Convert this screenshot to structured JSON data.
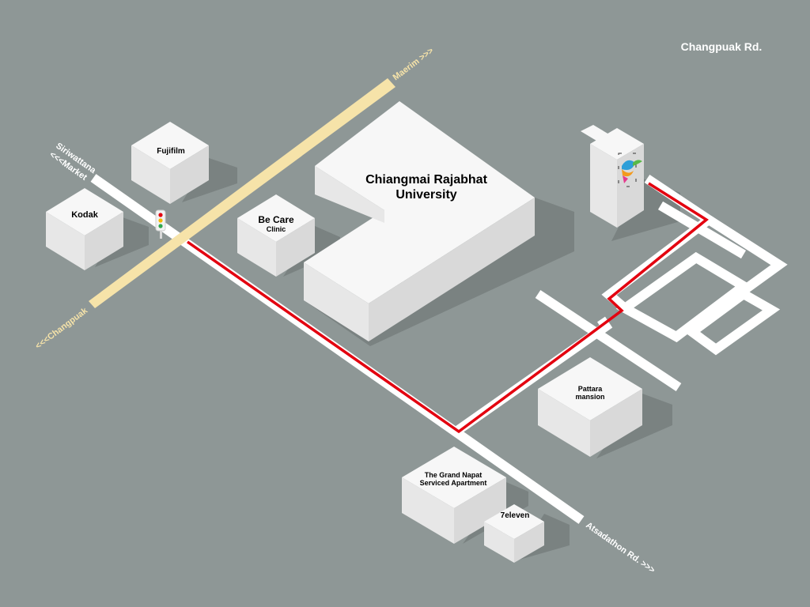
{
  "map_title": "Changpuak Rd.",
  "roads": {
    "maerim": "Maerim >>>",
    "changpuak": "<<<Changpuak",
    "siriwattana_line1": "Siriwattana",
    "siriwattana_line2": "<<<Market",
    "atsadathon": "Atsadathon Rd. >>>"
  },
  "buildings": {
    "fujifilm": "Fujifilm",
    "kodak": "Kodak",
    "becare_title": "Be Care",
    "becare_sub": "Clinic",
    "university_line1": "Chiangmai Rajabhat",
    "university_line2": "University",
    "pattara_line1": "Pattara",
    "pattara_line2": "mansion",
    "grandnapat_line1": "The Grand Napat",
    "grandnapat_line2": "Serviced Apartment",
    "seveneleven": "7eleven"
  },
  "colors": {
    "background": "#8e9796",
    "road": "#ffffff",
    "main_road": "#f6e3a9",
    "route": "#e3000f",
    "building_top": "#f7f7f7",
    "building_left": "#e7e7e7",
    "building_right": "#d9d9d9",
    "shadow": "#7a8281",
    "label_text": "#000000",
    "road_label_text": "#f6e3a9"
  },
  "icons": {
    "traffic_light": "traffic-light-icon",
    "destination": "destination-logo-icon"
  }
}
